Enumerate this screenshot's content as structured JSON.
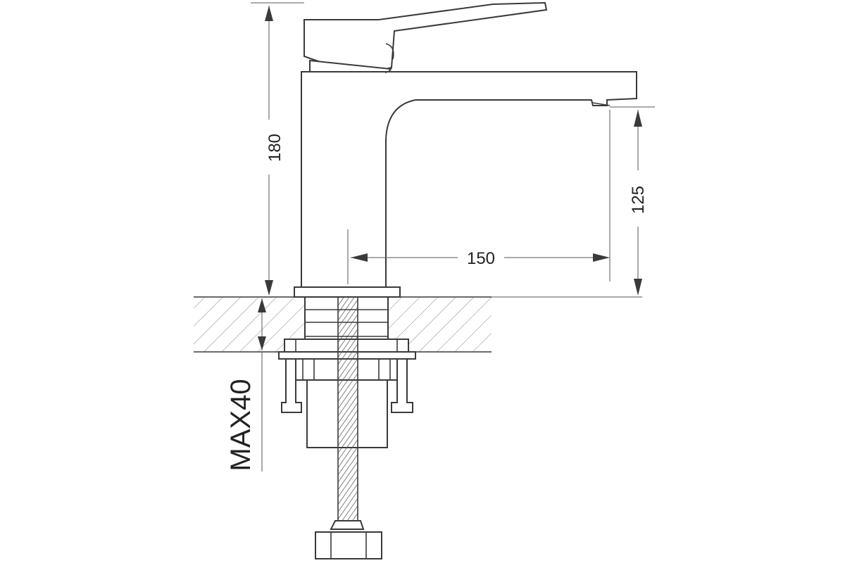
{
  "diagram": {
    "dimensions": {
      "total_height": "180",
      "spout_height": "125",
      "spout_reach": "150",
      "max_thickness": "MAX40"
    },
    "colors": {
      "line": "#3a3a3a",
      "hatch": "#8a8a8a",
      "text": "#222222"
    }
  }
}
